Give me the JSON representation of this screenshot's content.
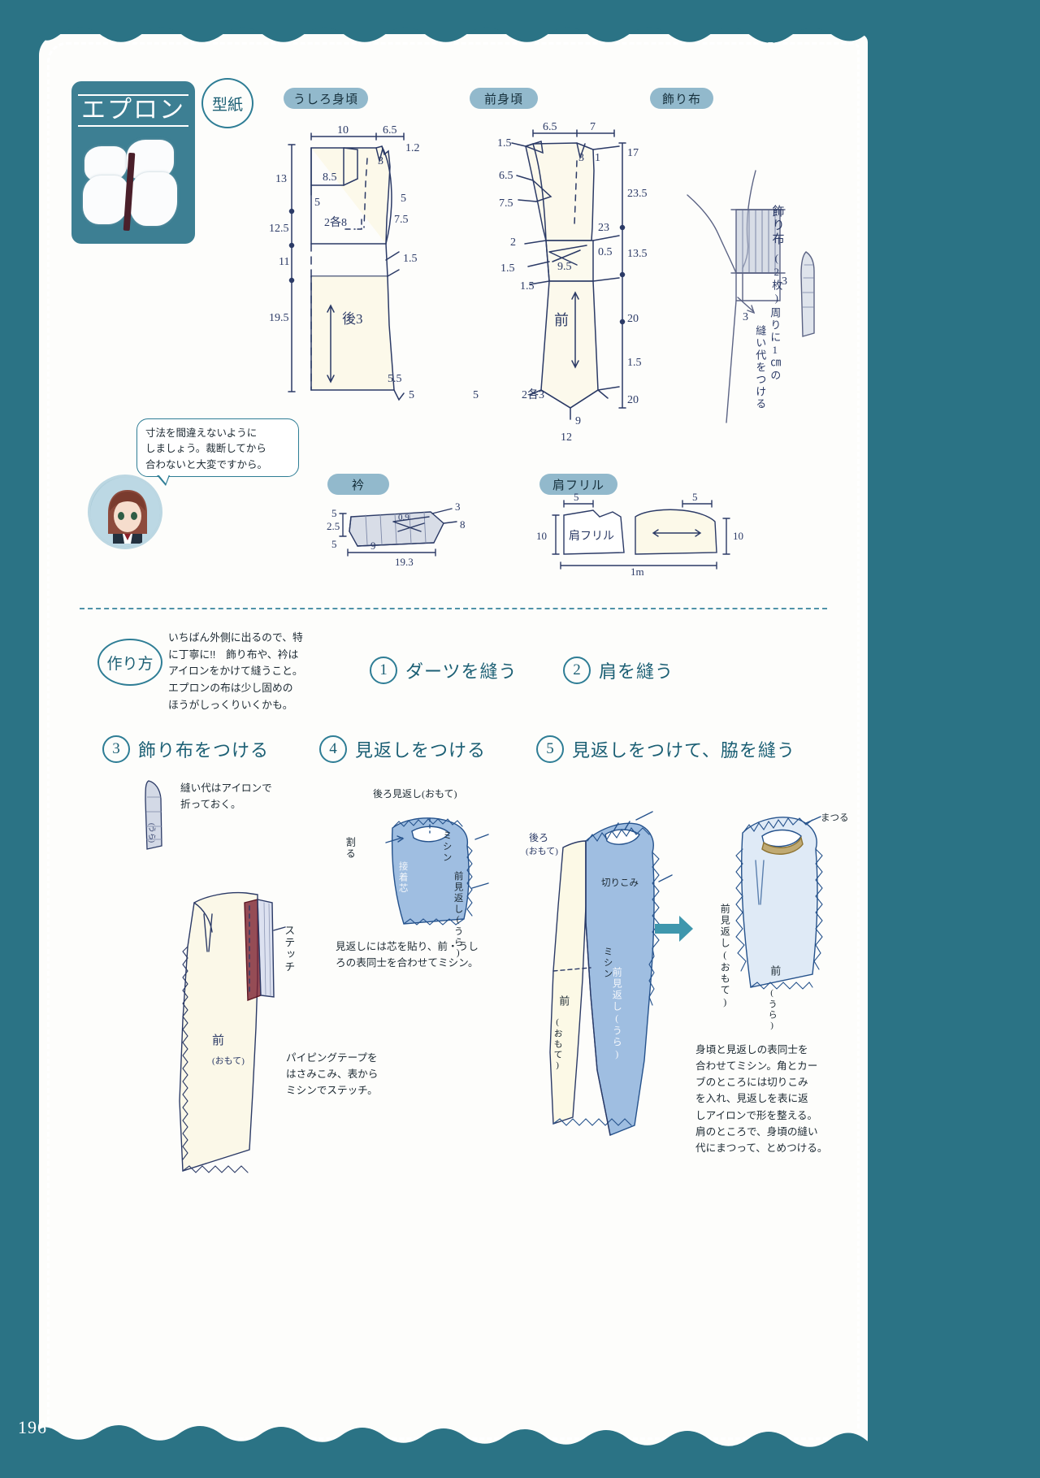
{
  "page": {
    "number": "196",
    "bg_color": "#2b7385",
    "paper_color": "#fdfdfb",
    "accent_color": "#2e7d95",
    "pill_color": "#92b9cc",
    "ink_color": "#2b3a66"
  },
  "title": {
    "label": "エプロン",
    "badge": "型紙"
  },
  "pattern_labels": {
    "back_bodice": "うしろ身頃",
    "front_bodice": "前身頃",
    "decor_fabric": "飾り布",
    "collar": "衿",
    "shoulder_frill": "肩フリル"
  },
  "bubble": {
    "line1": "寸法を間違えないように",
    "line2": "しましょう。裁断してから",
    "line3": "合わないと大変ですから。"
  },
  "howto": {
    "badge": "作り方",
    "line1": "いちばん外側に出るので、特",
    "line2": "に丁寧に!!　飾り布や、衿は",
    "line3": "アイロンをかけて縫うこと。",
    "line4": "エプロンの布は少し固めの",
    "line5": "ほうがしっくりいくかも。"
  },
  "steps": [
    {
      "num": "1",
      "title": "ダーツを縫う"
    },
    {
      "num": "2",
      "title": "肩を縫う"
    },
    {
      "num": "3",
      "title": "飾り布をつける"
    },
    {
      "num": "4",
      "title": "見返しをつける"
    },
    {
      "num": "5",
      "title": "見返しをつけて、脇を縫う"
    }
  ],
  "notes": {
    "step3_top_line1": "縫い代はアイロンで",
    "step3_top_line2": "折っておく。",
    "step3_bottom_line1": "パイピングテープを",
    "step3_bottom_line2": "はさみこみ、表から",
    "step3_bottom_line3": "ミシンでステッチ。",
    "step4_line1": "見返しには芯を貼り、前・うし",
    "step4_line2": "ろの表同士を合わせてミシン。",
    "step5_line1": "身頃と見返しの表同士を",
    "step5_line2": "合わせてミシン。角とカー",
    "step5_line3": "ブのところには切りこみ",
    "step5_line4": "を入れ、見返しを表に返",
    "step5_line5": "しアイロンで形を整える。",
    "step5_line6": "肩のところで、身頃の縫い",
    "step5_line7": "代にまつって、とめつける。"
  },
  "back_bodice_dims": {
    "top_a": "10",
    "top_b": "6.5",
    "left_1": "13",
    "left_2": "12.5",
    "left_3": "11",
    "left_4": "19.5",
    "inner_1": "8.5",
    "inner_2": "2各8",
    "inner_3": "5",
    "inner_4": "3",
    "right_1": "1.2",
    "right_2": "5",
    "right_3": "7.5",
    "right_4": "1.5",
    "bottom_1": "5.5",
    "bottom_2": "5",
    "center_label": "後3"
  },
  "front_bodice_dims": {
    "top_a": "6.5",
    "top_b": "7",
    "left_1": "1.5",
    "left_2": "6.5",
    "left_3": "7.5",
    "left_4": "2",
    "left_5": "1.5",
    "left_6": "1.5",
    "inner_1": "3",
    "inner_2": "1",
    "inner_3": "23",
    "inner_4": "0.5",
    "inner_5": "9.5",
    "inner_6": "9.5",
    "right_1": "17",
    "right_2": "23.5",
    "right_3": "13.5",
    "right_4": "20",
    "right_5": "1.5",
    "right_6": "20",
    "bottom_1": "5",
    "bottom_2": "2各3",
    "bottom_3": "9",
    "bottom_4": "12",
    "center_label": "前"
  },
  "decor_fabric_dims": {
    "note_v1": "飾り布",
    "note_v2": "(2枚)",
    "note_v3": "周りに1㎝の",
    "note_v4": "縫い代をつける",
    "dim_3a": "3",
    "dim_3b": "3"
  },
  "collar_dims": {
    "a": "3",
    "b": "3",
    "c": "8",
    "d": "2.5",
    "e": "5",
    "f": "9",
    "g": "19.3",
    "h": "0.9"
  },
  "shoulder_frill_dims": {
    "left_top": "5",
    "right_top": "5",
    "left_side": "10",
    "right_side": "10",
    "width": "1m",
    "label": "肩フリル"
  },
  "sketch_labels": {
    "step3_piece": "(うら)",
    "step3_stitch": "ステッチ",
    "step3_front": "前(おもて)",
    "step4_back_facing": "後ろ見返し(おもて)",
    "step4_split": "割る",
    "step4_machine": "ミシン",
    "step4_interlining": "接着芯",
    "step4_front_facing": "前見返し(うら)",
    "step5_back": "後ろ(おもて)",
    "step5_clip": "切りこみ",
    "step5_machine": "ミシン",
    "step5_front": "前(おもて)",
    "step5_front_facing": "前見返し(うら)",
    "step5_whip": "まつる",
    "step5_right_facing": "前見返し(おもて)",
    "step5_right_front": "前(うら)"
  }
}
